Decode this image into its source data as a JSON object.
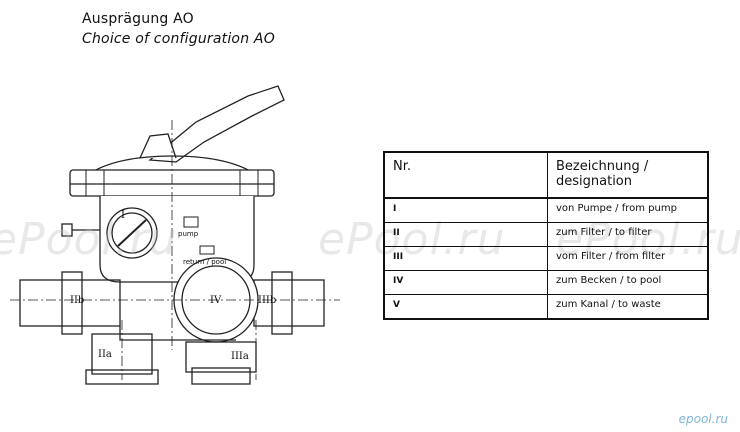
{
  "title_de": "Ausprägung AO",
  "title_en": "Choice of configuration AO",
  "diagram": {
    "label_I": "I",
    "label_pump": "pump",
    "label_return_pool": "return / pool",
    "label_IIb_left": "IIb",
    "label_IV": "IV",
    "label_IIIb": "IIIb",
    "label_IIa": "IIa",
    "label_IIIa": "IIIa"
  },
  "table": {
    "headers": [
      "Nr.",
      "Bezeichnung / designation"
    ],
    "rows": [
      {
        "nr": "I",
        "designation": "von Pumpe / from pump"
      },
      {
        "nr": "II",
        "designation": "zum Filter / to filter"
      },
      {
        "nr": "III",
        "designation": "vom Filter / from filter"
      },
      {
        "nr": "IV",
        "designation": "zum Becken / to pool"
      },
      {
        "nr": "V",
        "designation": "zum Kanal / to waste"
      }
    ]
  },
  "watermark": "ePool.ru",
  "brand_mark": "epool.ru"
}
